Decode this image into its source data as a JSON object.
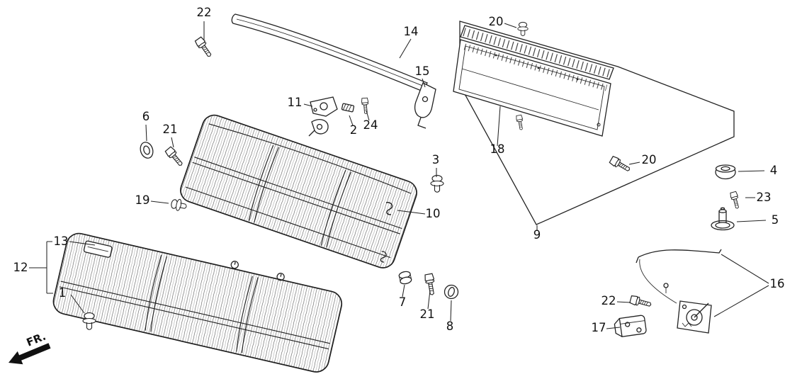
{
  "colors": {
    "ink": "#1a1a1a",
    "background": "#ffffff"
  },
  "direction_indicator": {
    "label": "FR."
  },
  "callouts": {
    "t22a": "22",
    "t14": "14",
    "t15": "15",
    "t20a": "20",
    "t11": "11",
    "t2": "2",
    "t24": "24",
    "t6": "6",
    "t21a": "21",
    "t18": "18",
    "t3": "3",
    "t20b": "20",
    "t4": "4",
    "t23": "23",
    "t5": "5",
    "t10": "10",
    "t19": "19",
    "t9": "9",
    "t13": "13",
    "t12": "12",
    "t1": "1",
    "t7": "7",
    "t21b": "21",
    "t8": "8",
    "t16": "16",
    "t22b": "22",
    "t17": "17"
  }
}
